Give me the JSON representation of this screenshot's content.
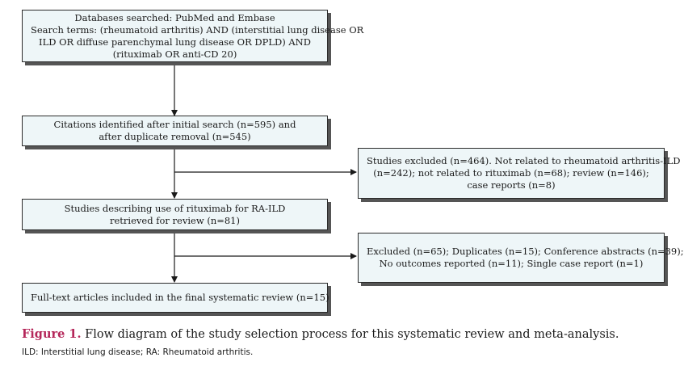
{
  "boxes": {
    "search": {
      "lines": [
        "Databases searched: PubMed and Embase",
        "Search terms: (rheumatoid arthritis) AND (interstitial lung disease OR",
        "ILD OR diffuse parenchymal lung disease OR DPLD) AND",
        "(rituximab OR anti-CD 20)"
      ]
    },
    "citations": {
      "lines": [
        "Citations identified after initial search (n=595) and",
        "after duplicate removal (n=545)"
      ]
    },
    "excluded_first": {
      "lines": [
        "Studies excluded (n=464). Not related to rheumatoid arthritis-ILD",
        "(n=242); not related to rituximab (n=68); review (n=146);",
        "case reports (n=8)"
      ]
    },
    "retrieved": {
      "lines": [
        "Studies describing use of rituximab for RA-ILD",
        "retrieved for review (n=81)"
      ]
    },
    "excluded_second": {
      "lines": [
        "Excluded (n=65); Duplicates (n=15); Conference abstracts (n=39);",
        "No outcomes reported (n=11); Single case report (n=1)"
      ]
    },
    "included": {
      "lines": [
        "Full-text articles included in the final systematic review (n=15)"
      ]
    }
  },
  "caption": {
    "label": "Figure 1.",
    "text": " Flow diagram of the study selection process for this systematic review and meta-analysis."
  },
  "footnote": "ILD: Interstitial lung disease; RA: Rheumatoid arthritis.",
  "colors": {
    "box_fill": "#eef6f8",
    "box_border": "#2b2b2b",
    "shadow": "#555555",
    "caption_label": "#b5275a"
  }
}
